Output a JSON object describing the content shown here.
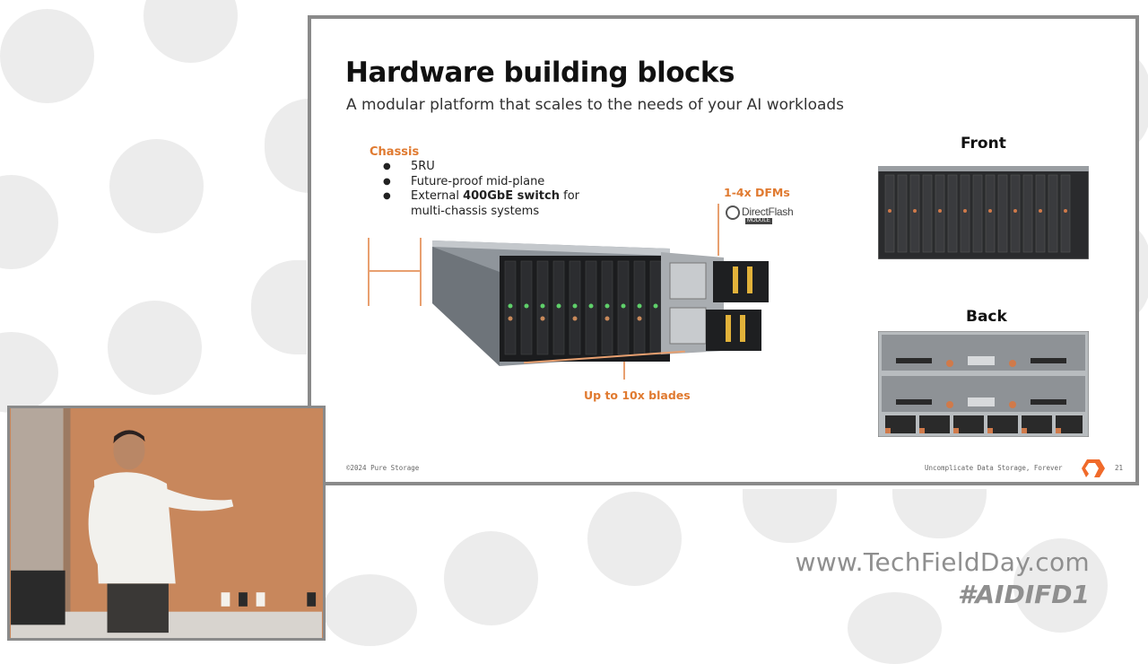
{
  "slide": {
    "title": "Hardware building blocks",
    "subtitle": "A modular platform that scales to the needs of your AI workloads",
    "chassis": {
      "heading": "Chassis",
      "bullets": [
        "5RU",
        "Future-proof mid-plane"
      ],
      "switch_bullet": {
        "prefix": "External ",
        "bold": "400GbE switch",
        "suffix": " for",
        "line2": "multi-chassis systems"
      }
    },
    "dfm": {
      "label": "1-4x DFMs",
      "logo_name": "DirectFlash",
      "logo_sub": "MODULE"
    },
    "blades_label": "Up to 10x blades",
    "front_label": "Front",
    "back_label": "Back",
    "footer": {
      "copyright": "©2024 Pure Storage",
      "tagline": "Uncomplicate Data Storage, Forever",
      "page": "21"
    }
  },
  "watermark": {
    "url": "www.TechFieldDay.com",
    "hashtag": "#AIDIFD1"
  },
  "colors": {
    "accent": "#e07a30",
    "slide_border": "#8a8a8a",
    "watermark": "#8f8f8f"
  }
}
